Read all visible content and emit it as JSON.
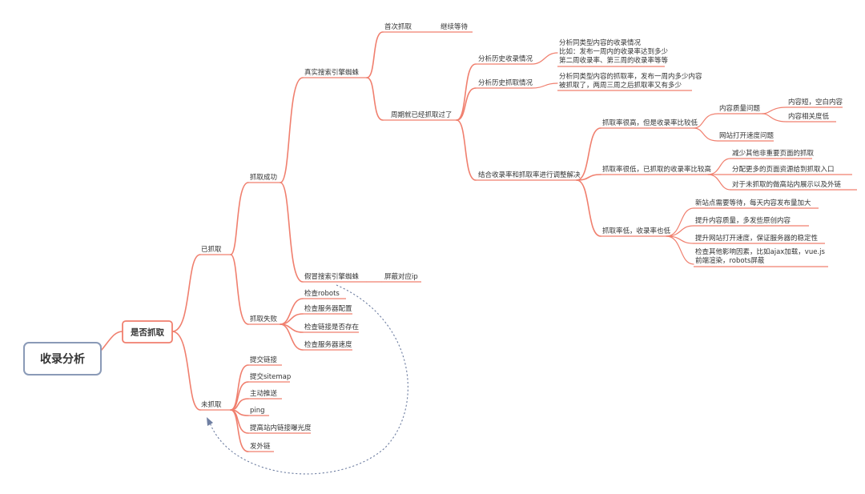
{
  "root": "收录分析",
  "level1": "是否抓取",
  "branches": {
    "crawled": {
      "label": "已抓取",
      "success": {
        "label": "抓取成功",
        "real_spider": {
          "label": "真实搜索引擎蜘蛛",
          "first_crawl": {
            "label": "首次抓取",
            "child": "继续等待"
          },
          "crawled_cycle": {
            "label": "周期就已经抓取过了",
            "history_index": {
              "label": "分析历史收录情况",
              "lines": [
                "分析同类型内容的收录情况",
                "比如：发布一周内的收录率达到多少",
                "第二周收录率、第三周的收录率等等"
              ]
            },
            "history_crawl": {
              "label": "分析历史抓取情况",
              "lines": [
                "分析同类型内容的抓取率，发布一周内多少内容",
                "被抓取了，两周三周之后抓取率又有多少"
              ]
            },
            "combine": {
              "label": "结合收录率和抓取率进行调整解决",
              "high_low": {
                "label": "抓取率很高，但是收录率比较低",
                "quality": {
                  "label": "内容质量问题",
                  "items": [
                    "内容短，空白内容",
                    "内容相关度低"
                  ]
                },
                "site_speed": "网站打开速度问题"
              },
              "crawl_low": {
                "label": "抓取率很低，已抓取的收录率比较高",
                "items": [
                  "减少其他非重要页面的抓取",
                  "分配更多的页面资源给到抓取入口",
                  "对于未抓取的做高站内展示以及外链"
                ]
              },
              "both_low": {
                "label": "抓取率低，收录率也低",
                "items": [
                  "新站点需要等待，每天内容发布量加大",
                  "提升内容质量，多发些原创内容",
                  "提升网站打开速度，保证服务器的稳定性",
                  "检查其他影响因素，比如ajax加载，vue.js前端渲染，robots屏蔽"
                ]
              }
            }
          }
        },
        "fake_spider": {
          "label": "假冒搜索引擎蜘蛛",
          "child": "屏蔽对应ip"
        }
      },
      "fail": {
        "label": "抓取失败",
        "items": [
          "检查robots",
          "检查服务器配置",
          "检查链接是否存在",
          "检查服务器速度"
        ]
      }
    },
    "not_crawled": {
      "label": "未抓取",
      "items": [
        "提交链接",
        "提交sitemap",
        "主动推送",
        "ping",
        "提高站内链接曝光度",
        "发外链"
      ]
    }
  },
  "colors": {
    "branch": "#f07f6e",
    "relation": "#6f7fa2",
    "root_border": "#8a9ab7",
    "level1_border": "#f07f6e"
  }
}
